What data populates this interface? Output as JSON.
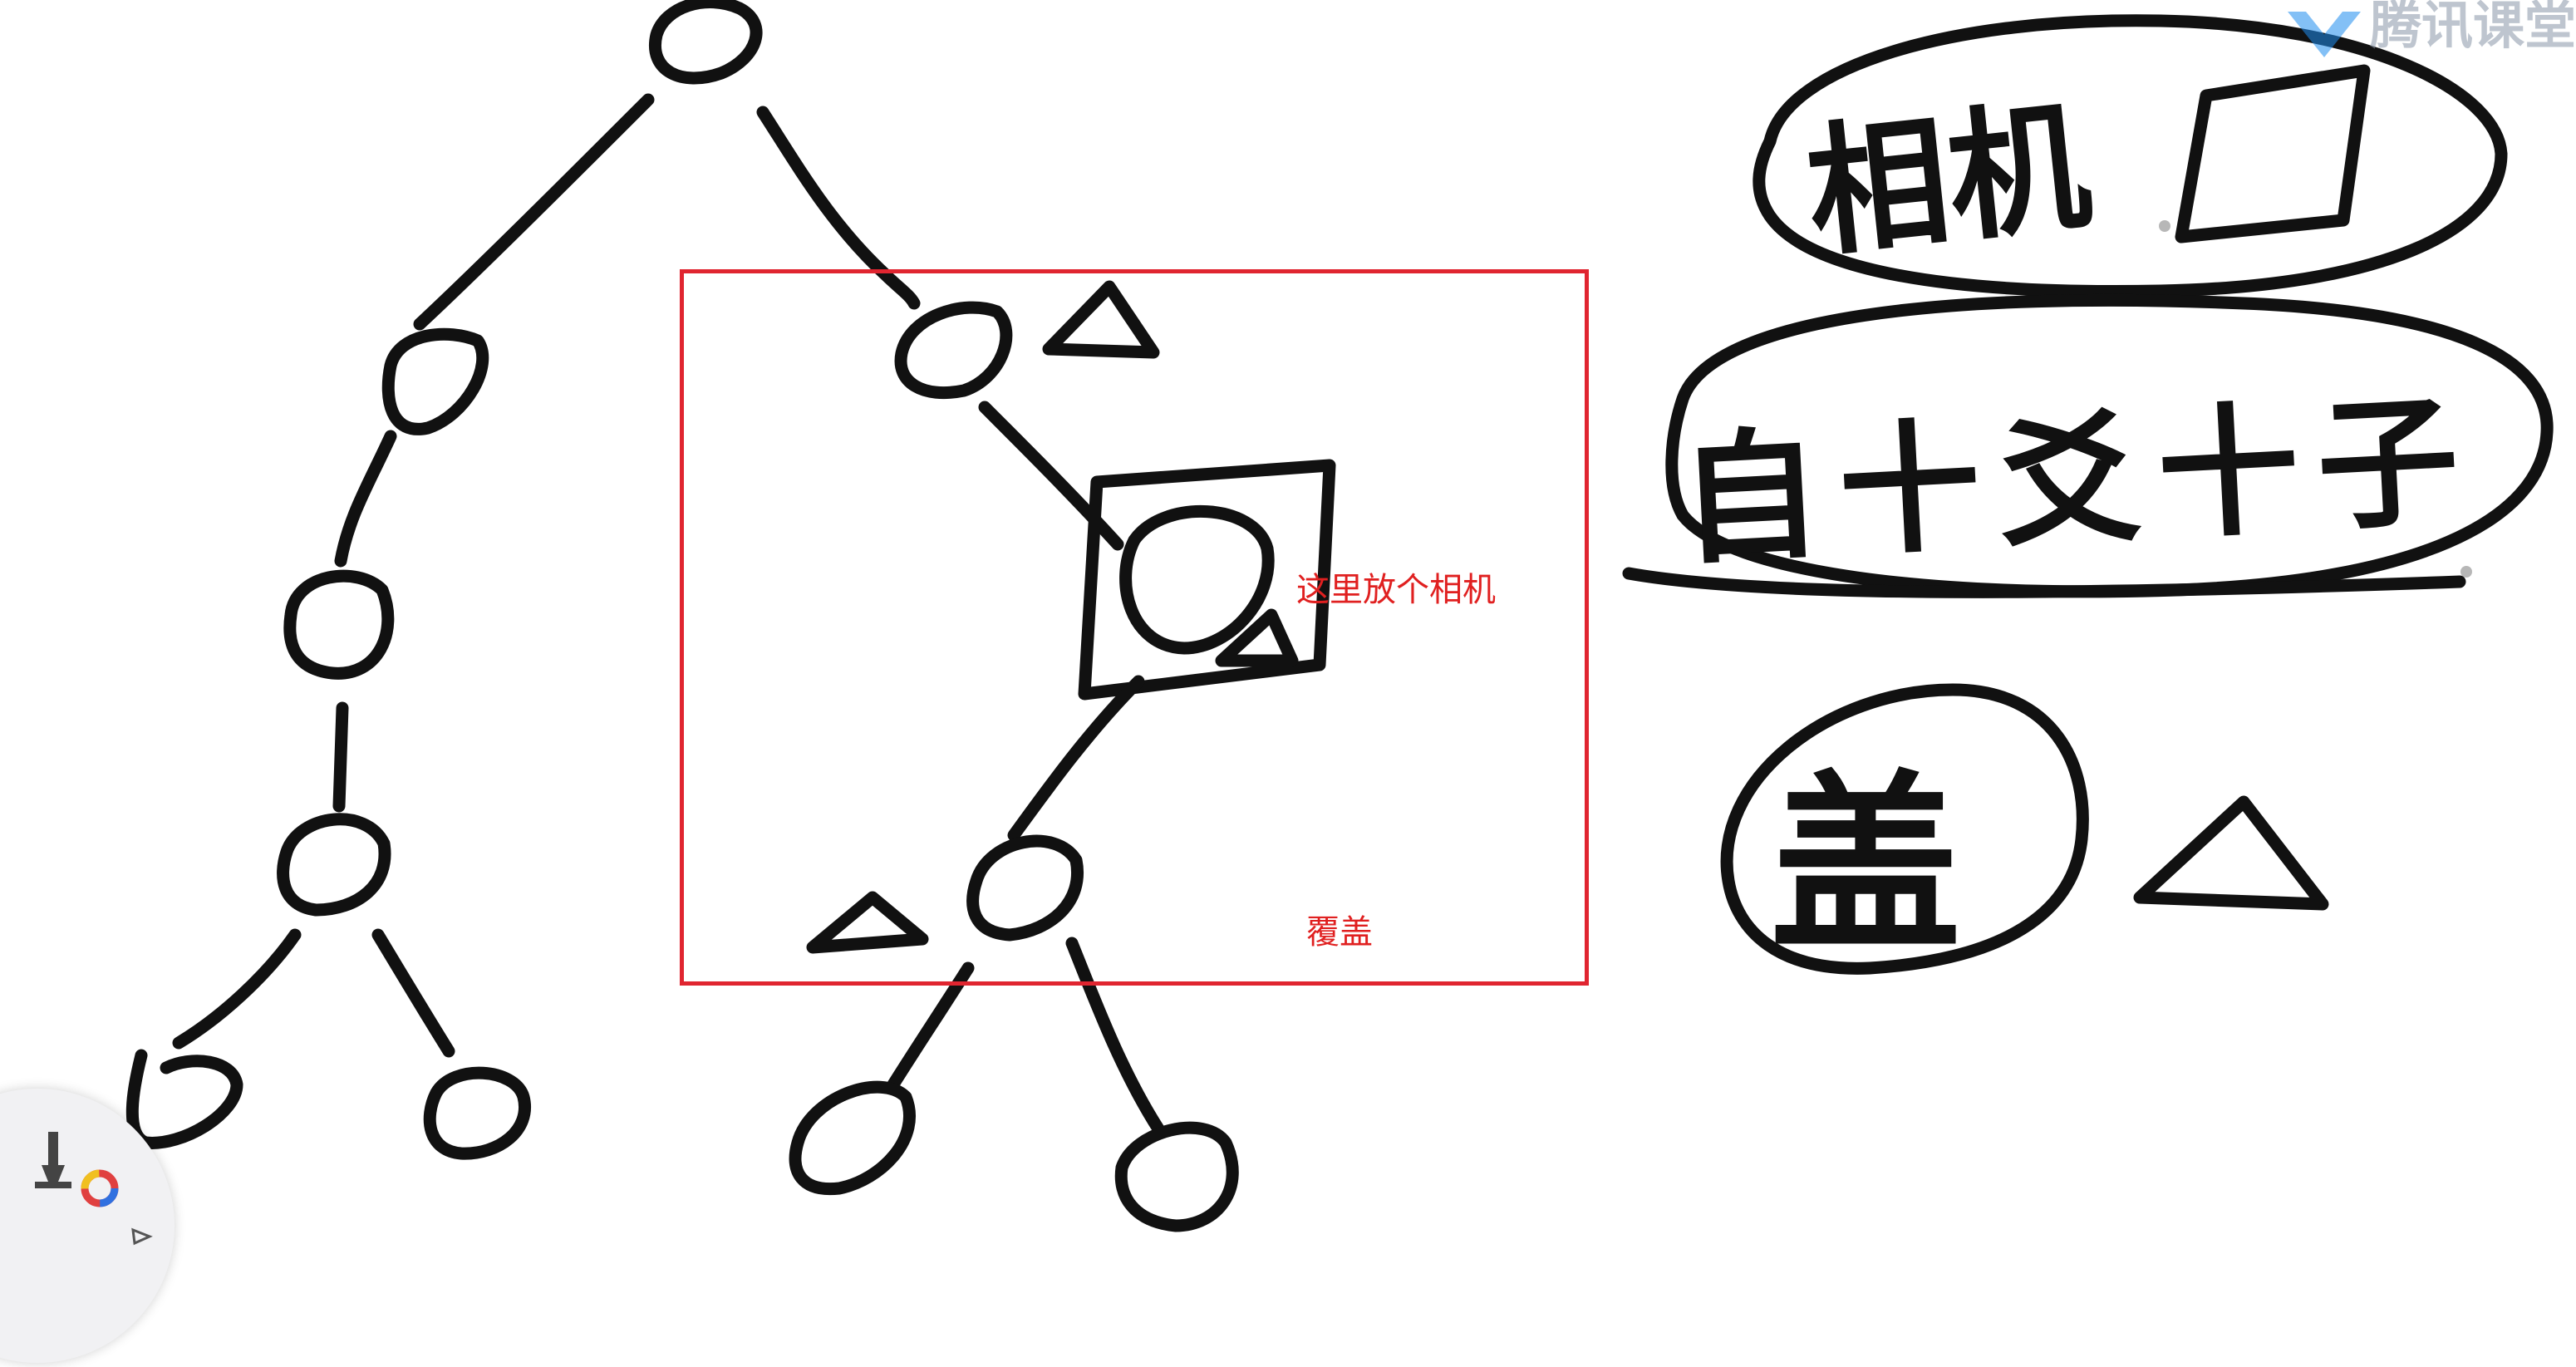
{
  "annotations": {
    "camera_note": "这里放个相机",
    "cover_note": "覆盖"
  },
  "handwriting": {
    "camera": "相机",
    "self_cross_son_cross_son": "自十爻十子",
    "cover": "盖"
  },
  "logo": {
    "text": "腾讯课堂"
  },
  "colors": {
    "ink": "#111111",
    "annotation_red": "#e02020",
    "selection_border": "#e02530",
    "logo_blue": "#1f8df0"
  },
  "toolbar": {
    "tools": [
      "pen-icon",
      "color-wheel-icon",
      "pointer-icon"
    ]
  }
}
